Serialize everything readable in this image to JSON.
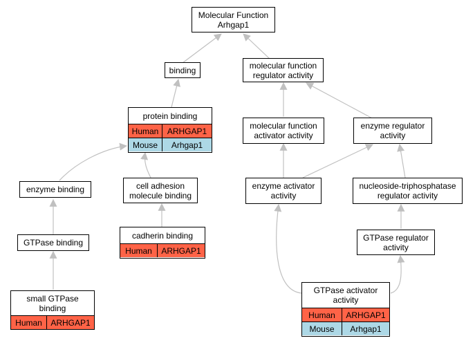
{
  "colors": {
    "human": "#ff6347",
    "mouse": "#add8e6",
    "edge": "#c0c0c0"
  },
  "nodes": {
    "molecular_function": {
      "title": "Molecular Function\nArhgap1"
    },
    "binding": {
      "title": "binding"
    },
    "mf_regulator": {
      "title": "molecular function\nregulator activity"
    },
    "protein_binding": {
      "title": "protein binding",
      "human": {
        "species": "Human",
        "gene": "ARHGAP1"
      },
      "mouse": {
        "species": "Mouse",
        "gene": "Arhgap1"
      }
    },
    "mf_activator": {
      "title": "molecular function\nactivator activity"
    },
    "enzyme_regulator": {
      "title": "enzyme regulator\nactivity"
    },
    "enzyme_binding": {
      "title": "enzyme binding"
    },
    "cell_adhesion": {
      "title": "cell adhesion\nmolecule binding"
    },
    "enzyme_activator": {
      "title": "enzyme activator\nactivity"
    },
    "ntpase_regulator": {
      "title": "nucleoside-triphosphatase\nregulator activity"
    },
    "gtpase_binding": {
      "title": "GTPase binding"
    },
    "cadherin_binding": {
      "title": "cadherin binding",
      "human": {
        "species": "Human",
        "gene": "ARHGAP1"
      }
    },
    "gtpase_regulator": {
      "title": "GTPase regulator\nactivity"
    },
    "small_gtpase_binding": {
      "title": "small GTPase\nbinding",
      "human": {
        "species": "Human",
        "gene": "ARHGAP1"
      }
    },
    "gtpase_activator": {
      "title": "GTPase activator\nactivity",
      "human": {
        "species": "Human",
        "gene": "ARHGAP1"
      },
      "mouse": {
        "species": "Mouse",
        "gene": "Arhgap1"
      }
    }
  }
}
